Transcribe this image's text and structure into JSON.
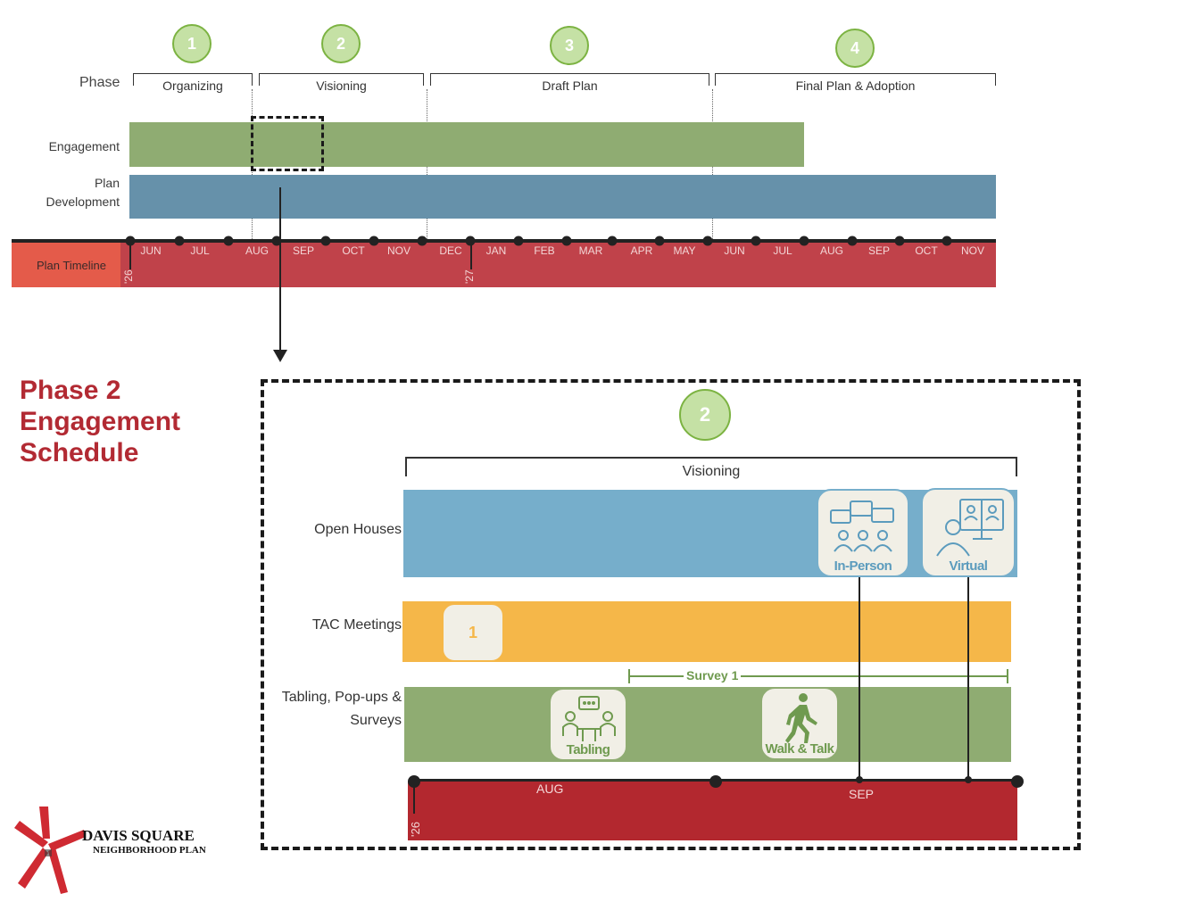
{
  "colors": {
    "engagement": "#8fac72",
    "plan_development": "#6691aa",
    "timeline": "#c0424a",
    "timeline_label_bg": "#e45b4a",
    "open_houses": "#76aecb",
    "tac": "#f5b749",
    "tabling": "#8fac72",
    "zoom_timeline": "#b3282f",
    "title": "#b22a33",
    "phase_circle": "#c5e1a5"
  },
  "top": {
    "phase_label": "Phase",
    "phases": [
      {
        "number": "1",
        "name": "Organizing"
      },
      {
        "number": "2",
        "name": "Visioning"
      },
      {
        "number": "3",
        "name": "Draft Plan"
      },
      {
        "number": "4",
        "name": "Final Plan & Adoption"
      }
    ],
    "rows": {
      "engagement": "Engagement",
      "plan_development_line1": "Plan",
      "plan_development_line2": "Development"
    },
    "timeline_label": "Plan Timeline",
    "year_start": "'26",
    "year_mid": "'27",
    "months": [
      "JUN",
      "JUL",
      "AUG",
      "SEP",
      "OCT",
      "NOV",
      "DEC",
      "JAN",
      "FEB",
      "MAR",
      "APR",
      "MAY",
      "JUN",
      "JUL",
      "AUG",
      "SEP",
      "OCT",
      "NOV"
    ]
  },
  "zoom": {
    "title_line1": "Phase 2",
    "title_line2": "Engagement",
    "title_line3": "Schedule",
    "phase_number": "2",
    "phase_name": "Visioning",
    "rows": {
      "open_houses": "Open Houses",
      "tac": "TAC Meetings",
      "tabling_line1": "Tabling, Pop-ups &",
      "tabling_line2": "Surveys"
    },
    "tac_meeting_number": "1",
    "survey_label": "Survey 1",
    "icons": {
      "in_person": {
        "label": "In-Person",
        "icon": "in-person-meeting-icon"
      },
      "virtual": {
        "label": "Virtual",
        "icon": "virtual-meeting-icon"
      },
      "tabling": {
        "label": "Tabling",
        "icon": "tabling-icon"
      },
      "walk_talk": {
        "label": "Walk & Talk",
        "icon": "walking-person-icon"
      }
    },
    "timeline_months": [
      "AUG",
      "SEP"
    ],
    "year": "'26"
  },
  "logo": {
    "line1": "DAVIS SQUARE",
    "line2": "NEIGHBORHOOD PLAN"
  }
}
